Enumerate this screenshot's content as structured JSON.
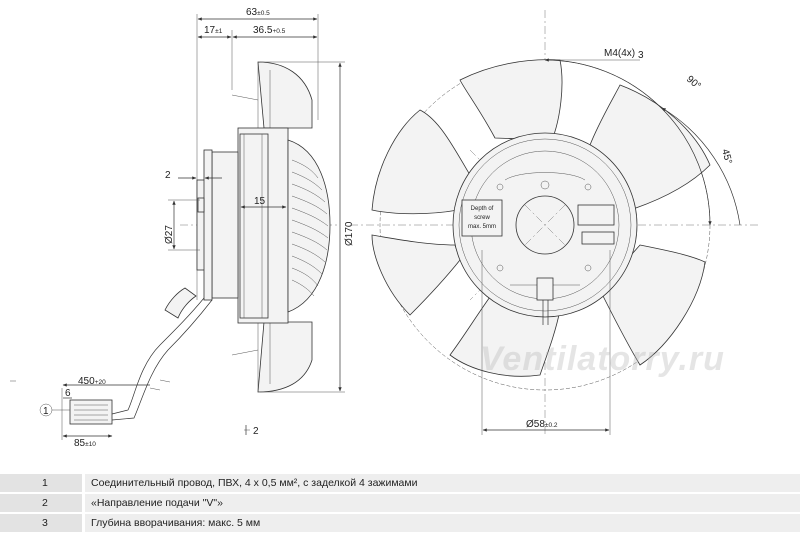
{
  "dimensions": {
    "side": {
      "overall_main": "63",
      "overall_tol": "±0.5",
      "hub_main": "17",
      "hub_tol": "±1",
      "body_main": "36.5",
      "body_tol": "+0.5",
      "gap": "2",
      "width15": "15",
      "dia27": "Ø27",
      "dia170": "Ø170",
      "cable_main": "450",
      "cable_tol": "+20",
      "wire_strip": "6",
      "plug_main": "85",
      "plug_tol": "±10",
      "callout_side": "2"
    },
    "front": {
      "screw": "M4(4x)",
      "screw_callout": "3",
      "angle90": "90°",
      "angle45": "45°",
      "dia58_main": "Ø58",
      "dia58_tol": "±0.2",
      "depth_note": [
        "Depth of",
        "screw",
        "max. 5mm"
      ]
    }
  },
  "callout_cable": "1",
  "watermark": "Ventilatorry.ru",
  "legend": [
    {
      "num": "1",
      "text": "Соединительный провод, ПВХ, 4 х 0,5 мм², с заделкой 4 зажимами"
    },
    {
      "num": "2",
      "text": "«Направление подачи \"V\"»"
    },
    {
      "num": "3",
      "text": "Глубина вворачивания: макс. 5 мм"
    }
  ]
}
